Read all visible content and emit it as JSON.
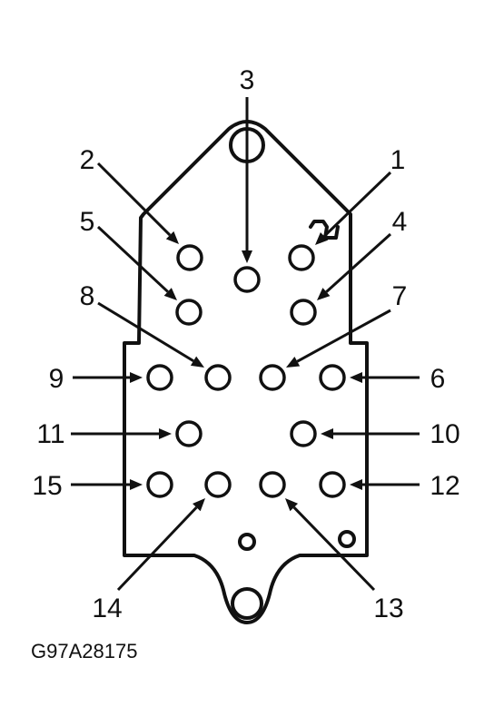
{
  "figure_id": "G97A28175",
  "pins": [
    {
      "number": "1"
    },
    {
      "number": "2"
    },
    {
      "number": "3"
    },
    {
      "number": "4"
    },
    {
      "number": "5"
    },
    {
      "number": "6"
    },
    {
      "number": "7"
    },
    {
      "number": "8"
    },
    {
      "number": "9"
    },
    {
      "number": "10"
    },
    {
      "number": "11"
    },
    {
      "number": "12"
    },
    {
      "number": "13"
    },
    {
      "number": "14"
    },
    {
      "number": "15"
    }
  ]
}
